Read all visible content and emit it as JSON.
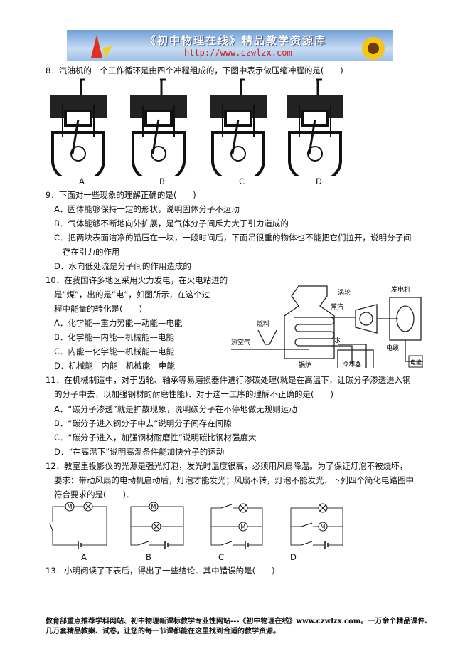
{
  "banner": {
    "title": "《初中物理在线》精品教学资源库",
    "url": "http://www.czwlzx.com"
  },
  "q8": {
    "stem": "8．汽油机的一个工作循环是由四个冲程组成的，下图中表示做压缩冲程的是(　　)",
    "options": [
      "A",
      "B",
      "C",
      "D"
    ]
  },
  "q9": {
    "stem": "9．下面对一些现象的理解正确的是(　　)",
    "options": [
      "A．固体能够保持一定的形状，说明固体分子不运动",
      "B．气体能够不断地向外扩展，是气体分子间斥力大于引力造成的",
      "C．把两块表面洁净的铅压在一块，一段时间后，下面吊很重的物体也不能把它们拉开，说明分子间",
      "存在引力的作用",
      "D．水向低处流是分子间的作用造成的"
    ]
  },
  "q10": {
    "stem": [
      "10．在我国许多地区采用火力发电，在火电站进的",
      "是“煤”，出的是“电”，如图所示，在这个过",
      "程中能量的转化是(　　)"
    ],
    "options": [
      "A．化学能—重力势能—动能—电能",
      "B．化学能—内能—机械能—电能",
      "C．内能—化学能—机械能—电能",
      "D．机械能—内能—机械能—电能"
    ],
    "diagram": {
      "turbine": "涡轮",
      "generator": "发电机",
      "steam": "蒸汽",
      "fuel": "燃料",
      "water": "水",
      "hot_air": "热空气",
      "cable": "电缆",
      "grid": "电能",
      "boiler": "锅炉",
      "condenser": "冷却器"
    }
  },
  "q11": {
    "stem": [
      "11．在机械制造中，对于齿轮、轴承等易磨损器件进行渗碳处理(就是在高温下，让碳分子渗透进入钢",
      "的分子中去，以加强钢材的耐磨性能)．对于这一工序的理解不正确的是(　　)"
    ],
    "options": [
      "A．“碳分子渗透”就是扩散现象，说明碳分子在不停地做无规则运动",
      "B．“碳分子进入钢分子中去”说明分子间存在间隙",
      "C．“碳分子进入，加强钢材耐磨性”说明碳比钢材强度大",
      "D．“在高温下”说明高温条件能加快分子的运动"
    ]
  },
  "q12": {
    "stem": [
      "12．教室里投影仪的光源是强光灯泡，发光时温度很高，必须用风扇降温。为了保证灯泡不被烧坏，",
      "要求：带动风扇的电动机启动后，灯泡才能发光；风扇不转，灯泡不能发光．下列四个简化电路图中",
      "符合要求的是(　　)．"
    ],
    "options": [
      "A",
      "B",
      "C",
      "D"
    ],
    "motor_symbol": "M"
  },
  "q13": {
    "stem": "13．小明阅读了下表后，得出了一些结论．其中错误的是(　　)"
  },
  "footer": [
    "教育部重点推荐学科网站、初中物理新课标教学专业性网站---《初中物理在线》www.czwlzx.com。一万余个精品课件、",
    "几万套精品教案、试卷，让您的每一节课都能在这里找到合适的教学资源。"
  ]
}
